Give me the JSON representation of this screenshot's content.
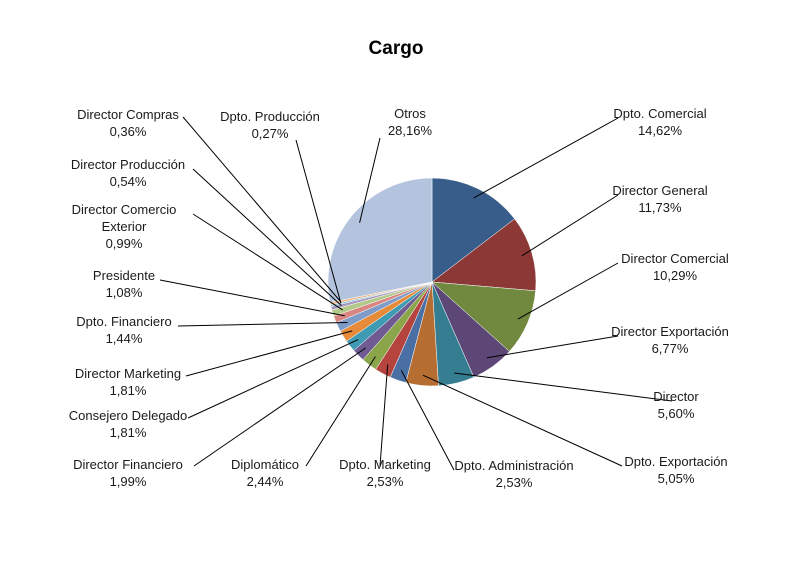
{
  "chart_data": {
    "type": "pie",
    "title": "Cargo",
    "legend": "none",
    "data_labels": "category-and-percent",
    "slices": [
      {
        "category": "Dpto. Comercial",
        "label": "14,62%",
        "value": 14.62,
        "color": "#385D8A"
      },
      {
        "category": "Director General",
        "label": "11,73%",
        "value": 11.73,
        "color": "#8C3836"
      },
      {
        "category": "Director Comercial",
        "label": "10,29%",
        "value": 10.29,
        "color": "#71893F"
      },
      {
        "category": "Director Exportación",
        "label": "6,77%",
        "value": 6.77,
        "color": "#5C4776"
      },
      {
        "category": "Director",
        "label": "5,60%",
        "value": 5.6,
        "color": "#357D91"
      },
      {
        "category": "Dpto. Exportación",
        "label": "5,05%",
        "value": 5.05,
        "color": "#B66D31"
      },
      {
        "category": "Dpto. Administración",
        "label": "2,53%",
        "value": 2.53,
        "color": "#4A6FA5"
      },
      {
        "category": "Dpto. Marketing",
        "label": "2,53%",
        "value": 2.53,
        "color": "#B5443F"
      },
      {
        "category": "Diplomático",
        "label": "2,44%",
        "value": 2.44,
        "color": "#8BA54A"
      },
      {
        "category": "Director Financiero",
        "label": "1,99%",
        "value": 1.99,
        "color": "#6F5A91"
      },
      {
        "category": "Consejero Delegado",
        "label": "1,81%",
        "value": 1.81,
        "color": "#3E9BB3"
      },
      {
        "category": "Director Marketing",
        "label": "1,81%",
        "value": 1.81,
        "color": "#E58B3A"
      },
      {
        "category": "Dpto. Financiero",
        "label": "1,44%",
        "value": 1.44,
        "color": "#7F9CC8"
      },
      {
        "category": "Presidente",
        "label": "1,08%",
        "value": 1.08,
        "color": "#D98682"
      },
      {
        "category": "Director Comercio Exterior",
        "label": "0,99%",
        "value": 0.99,
        "color": "#B2C98A"
      },
      {
        "category": "Director Producción",
        "label": "0,54%",
        "value": 0.54,
        "color": "#A597BD"
      },
      {
        "category": "Dpto. Producción",
        "label": "0,27%",
        "value": 0.27,
        "color": "#86C2D3"
      },
      {
        "category": "Director Compras",
        "label": "0,36%",
        "value": 0.36,
        "color": "#F2B27E"
      },
      {
        "category": "Otros",
        "label": "28,16%",
        "value": 28.16,
        "color": "#B4C4DE"
      }
    ]
  }
}
